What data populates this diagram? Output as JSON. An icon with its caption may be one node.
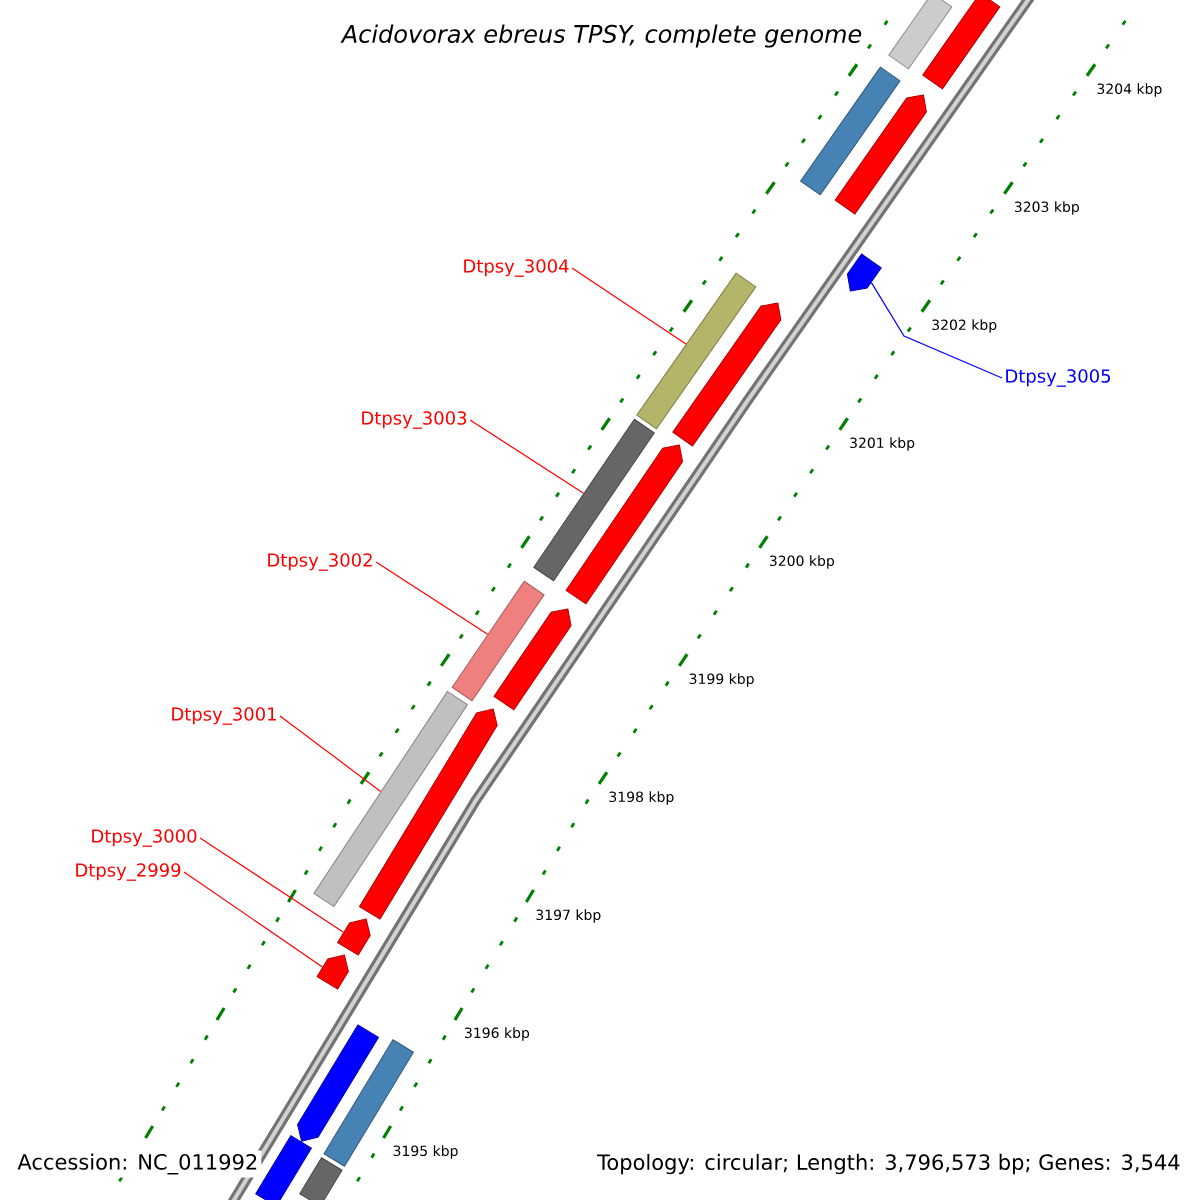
{
  "diagram": {
    "title": "Acidovorax ebreus TPSY, complete genome",
    "nodes": [
      {
        "text": [
          "Dtpsy_3004"
        ]
      },
      {
        "text": [
          "Dtpsy_3005"
        ]
      },
      {
        "text": [
          "Dtpsy_3003"
        ]
      },
      {
        "text": [
          "Dtpsy_3002"
        ]
      },
      {
        "text": [
          "Dtpsy_3001"
        ]
      },
      {
        "text": [
          "Dtpsy_3000"
        ]
      },
      {
        "text": [
          "Dtpsy_2999"
        ]
      },
      {
        "text": [],
        "shape": "bar"
      },
      {
        "text": [],
        "shape": "bar"
      },
      {
        "text": [],
        "shape": "bar"
      },
      {
        "text": [],
        "shape": "arrow"
      },
      {
        "text": [],
        "shape": "arrow"
      },
      {
        "text": [],
        "shape": "bar"
      },
      {
        "text": [],
        "shape": "arrow"
      },
      {
        "text": [],
        "shape": "bar"
      },
      {
        "text": [],
        "shape": "arrow"
      },
      {
        "text": [],
        "shape": "bar"
      },
      {
        "text": [],
        "shape": "arrow"
      },
      {
        "text": [],
        "shape": "bar"
      },
      {
        "text": [],
        "shape": "arrow"
      },
      {
        "text": [],
        "shape": "arrow"
      },
      {
        "text": [],
        "shape": "arrow"
      },
      {
        "text": [],
        "shape": "arrow"
      },
      {
        "text": [],
        "shape": "bar"
      },
      {
        "text": [],
        "shape": "bar"
      },
      {
        "text": [],
        "shape": "bar"
      }
    ],
    "edges": [
      {
        "from": 0,
        "to": 12,
        "arrow": "none"
      },
      {
        "from": 1,
        "to": 11,
        "arrow": "none",
        "color": "#0000ff"
      },
      {
        "from": 2,
        "to": 14,
        "arrow": "none"
      },
      {
        "from": 3,
        "to": 16,
        "arrow": "none"
      },
      {
        "from": 4,
        "to": 18,
        "arrow": "none"
      },
      {
        "from": 5,
        "to": 20,
        "arrow": "none"
      },
      {
        "from": 6,
        "to": 21,
        "arrow": "none"
      }
    ],
    "labels": [
      "3204 kbp",
      "3203 kbp",
      "3202 kbp",
      "3201 kbp",
      "3200 kbp",
      "3199 kbp",
      "3198 kbp",
      "3197 kbp",
      "3196 kbp",
      "3195 kbp",
      "Accession: NC_011992",
      "Topology: circular; Length: 3,796,573 bp; Genes: 3,544"
    ]
  }
}
